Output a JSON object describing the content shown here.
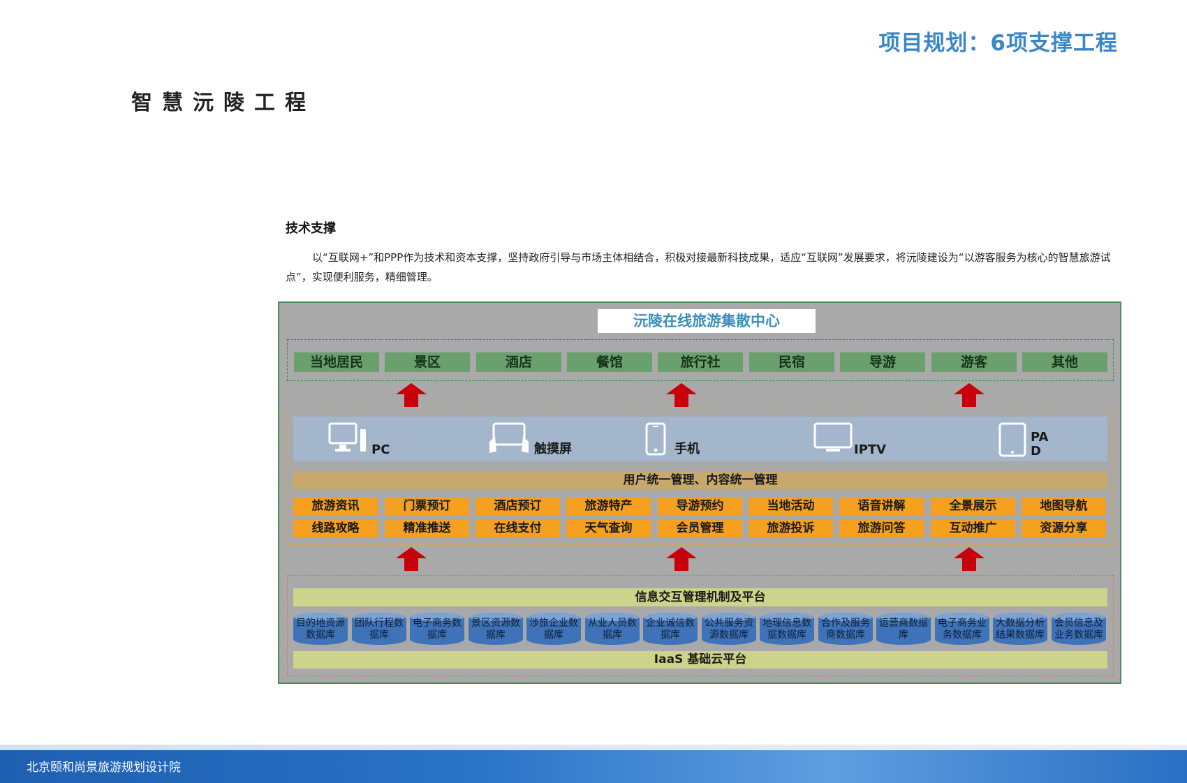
{
  "page_title": "项目规划：6项支撑工程",
  "section_title": "智慧沅陵工程",
  "sub_heading": "技术支撑",
  "intro_text": "以“互联网+”和PPP作为技术和资本支撑，坚持政府引导与市场主体相结合，积极对接最新科技成果，适应“互联网”发展要求，将沅陵建设为“以游客服务为核心的智慧旅游试点”，实现便利服务，精细管理。",
  "diagram": {
    "center_title": "沅陵在线旅游集散中心",
    "stakeholders": [
      "当地居民",
      "景区",
      "酒店",
      "餐馆",
      "旅行社",
      "民宿",
      "导游",
      "游客",
      "其他"
    ],
    "devices": [
      {
        "label": "PC",
        "icon": "desktop-pc-icon"
      },
      {
        "label": "触摸屏",
        "icon": "touchscreen-icon"
      },
      {
        "label": "手机",
        "icon": "mobile-phone-icon"
      },
      {
        "label": "IPTV",
        "icon": "tv-monitor-icon"
      },
      {
        "label": "PAD",
        "icon": "tablet-icon"
      }
    ],
    "management_bar": "用户统一管理、内容统一管理",
    "services_row1": [
      "旅游资讯",
      "门票预订",
      "酒店预订",
      "旅游特产",
      "导游预约",
      "当地活动",
      "语音讲解",
      "全景展示",
      "地图导航"
    ],
    "services_row2": [
      "线路攻略",
      "精准推送",
      "在线支付",
      "天气查询",
      "会员管理",
      "旅游投诉",
      "旅游问答",
      "互动推广",
      "资源分享"
    ],
    "info_bar": "信息交互管理机制及平台",
    "databases": [
      "目的地资源数据库",
      "团队行程数据库",
      "电子商务数据库",
      "景区资源数据库",
      "涉旅企业数据库",
      "从业人员数据库",
      "企业诚信数据库",
      "公共服务资源数据库",
      "地理信息数据数据库",
      "合作及服务商数据库",
      "运营商数据库",
      "电子商务业务数据库",
      "大数据分析结果数据库",
      "会员信息及业务数据库"
    ],
    "iaas_bar": "IaaS 基础云平台",
    "colors": {
      "stakeholder": "#6aa06c",
      "service": "#f5a11f",
      "arrow": "#c8000a",
      "database": "#3f73b9",
      "title": "#3a86c8"
    }
  },
  "footer_text": "北京颐和尚景旅游规划设计院"
}
